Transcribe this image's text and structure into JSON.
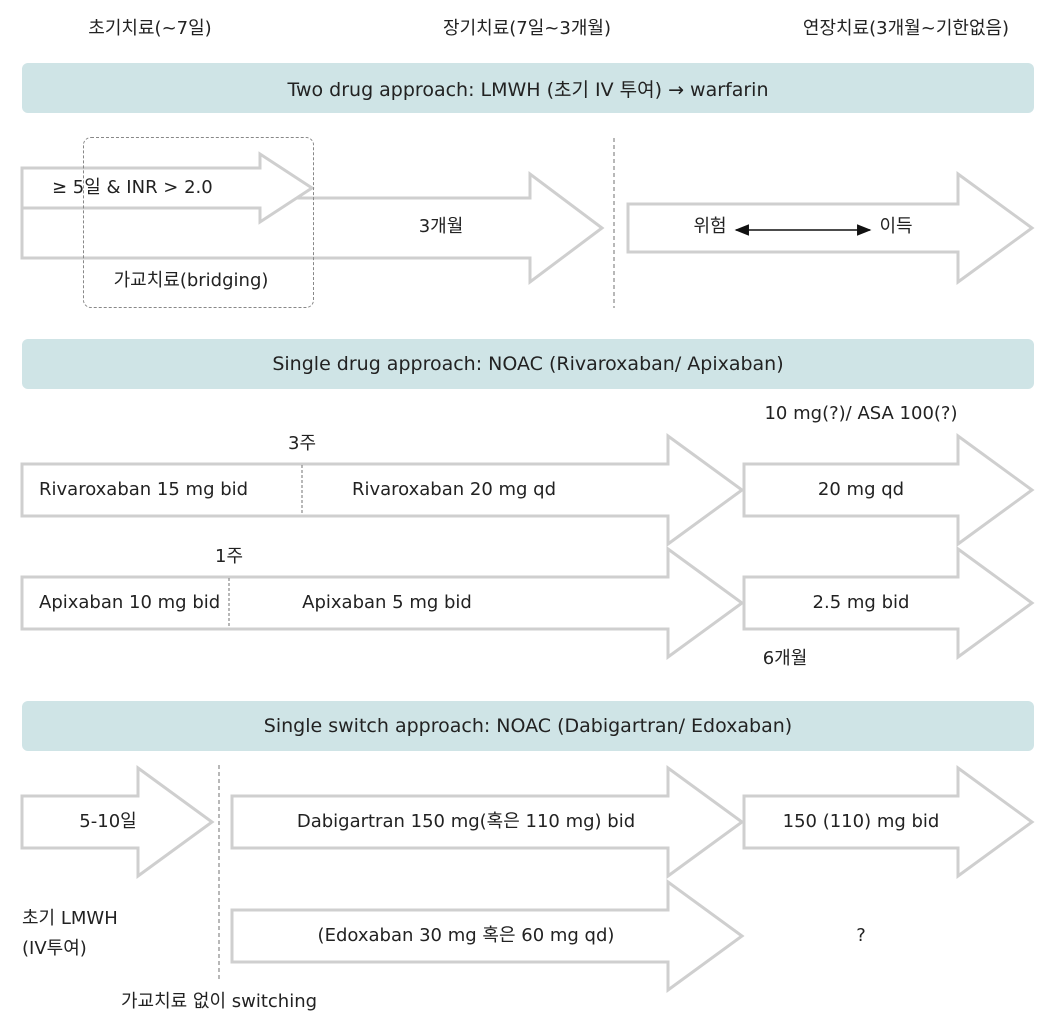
{
  "phases": {
    "initial": "초기치료(~7일)",
    "long_term": "장기치료(7일~3개월)",
    "extended": "연장치료(3개월~기한없음)"
  },
  "section1": {
    "title": "Two drug approach: LMWH (초기 IV 투여) → warfarin",
    "condition": "≥ 5일 & INR > 2.0",
    "bridging": "가교치료(bridging)",
    "duration": "3개월",
    "risk": "위험",
    "benefit": "이득"
  },
  "section2": {
    "title": "Single drug approach: NOAC (Rivaroxaban/ Apixaban)",
    "extended_note": "10 mg(?)/ ASA 100(?)",
    "riva_switch": "3주",
    "riva_initial": "Rivaroxaban 15 mg bid",
    "riva_longterm": "Rivaroxaban 20 mg qd",
    "riva_extended": "20 mg qd",
    "apix_switch": "1주",
    "apix_initial": "Apixaban 10 mg bid",
    "apix_longterm": "Apixaban 5 mg bid",
    "apix_extended": "2.5 mg bid",
    "six_months": "6개월"
  },
  "section3": {
    "title": "Single switch approach: NOAC (Dabigartran/ Edoxaban)",
    "initial_days": "5-10일",
    "initial_label_1": "초기 LMWH",
    "initial_label_2": "(IV투여)",
    "dabi_longterm": "Dabigartran 150 mg(혹은 110 mg) bid",
    "dabi_extended": "150 (110) mg bid",
    "edox_longterm": "(Edoxaban 30 mg 혹은 60 mg qd)",
    "edox_extended": "?",
    "no_bridging": "가교치료 없이 switching"
  },
  "colors": {
    "header_bg": "#cfe4e6",
    "arrow_stroke": "#cfcfcf",
    "divider": "#888888"
  }
}
